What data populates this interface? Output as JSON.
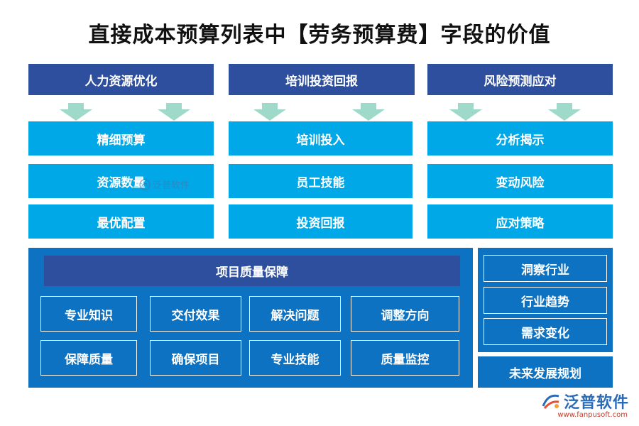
{
  "title": "直接成本预算列表中【劳务预算费】字段的价值",
  "columns": [
    {
      "header": "人力资源优化",
      "items": [
        "精细预算",
        "资源数量",
        "最优配置"
      ]
    },
    {
      "header": "培训投资回报",
      "items": [
        "培训投入",
        "员工技能",
        "投资回报"
      ]
    },
    {
      "header": "风险预测应对",
      "items": [
        "分析揭示",
        "变动风险",
        "应对策略"
      ]
    }
  ],
  "quality": {
    "header": "项目质量保障",
    "row1": [
      "专业知识",
      "交付效果",
      "解决问题",
      "调整方向"
    ],
    "row2": [
      "保障质量",
      "确保项目",
      "专业技能",
      "质量监控"
    ]
  },
  "future": {
    "items": [
      "洞察行业",
      "行业趋势",
      "需求变化"
    ],
    "footer": "未来发展规划"
  },
  "watermark": "泛普软件",
  "logo": {
    "name": "泛普软件",
    "url": "www.fanpusoft.com"
  },
  "colors": {
    "header": "#2e4f9e",
    "cell": "#00a8e8",
    "panel": "#0e72c2",
    "arrow": "#9fd9c9"
  }
}
